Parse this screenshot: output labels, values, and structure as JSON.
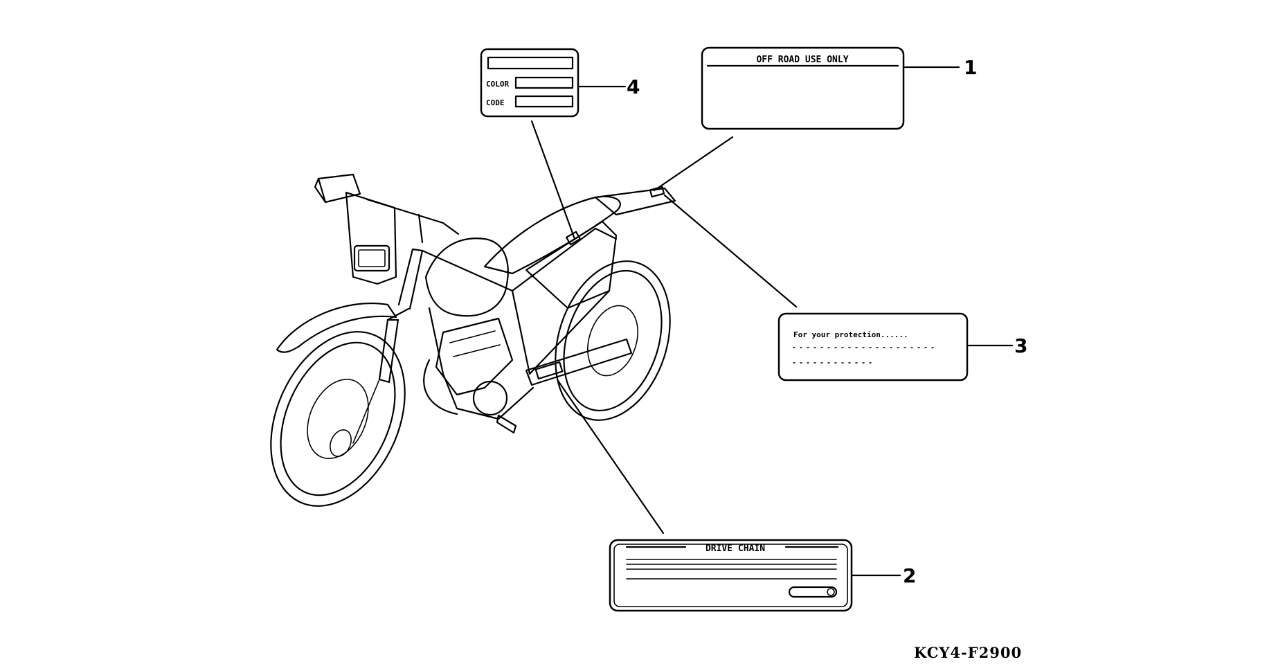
{
  "labels": [
    {
      "number": "1",
      "title": "OFF ROAD USE ONLY"
    },
    {
      "number": "2",
      "title": "DRIVE CHAIN"
    },
    {
      "number": "3",
      "title": "For your protection......"
    },
    {
      "number": "4",
      "fields": [
        "COLOR",
        "CODE"
      ]
    }
  ],
  "diagram_code": "KCY4-F2900"
}
